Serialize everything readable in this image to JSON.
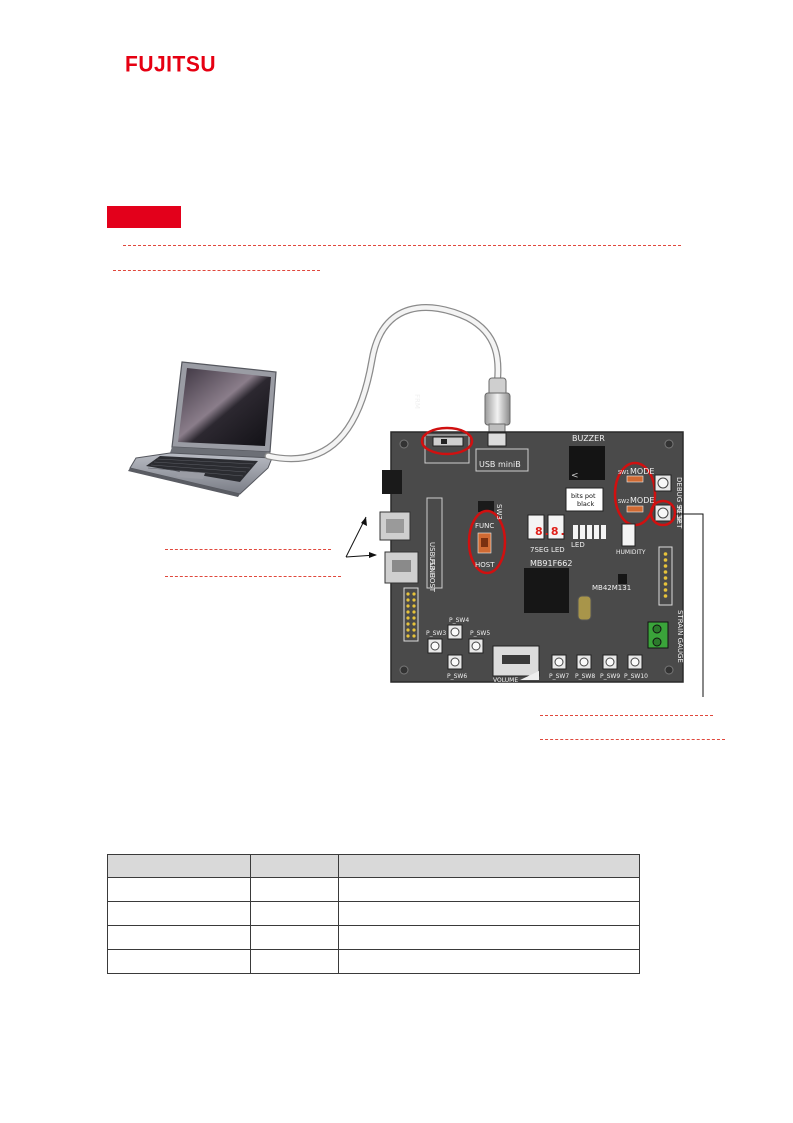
{
  "header": {
    "logo_text": "FUJITSU",
    "brand_color": "#e60012"
  },
  "board": {
    "labels": {
      "usb_mini_b": "USB miniB",
      "buzzer": "BUZZER",
      "sw1_tag": "SW1",
      "sw1_mode": "MODE",
      "sw2_tag": "SW2",
      "sw2_mode": "MODE",
      "debug_stop": "DEBUG STOP",
      "reset": "RESET",
      "sticker_line1": "bits pot",
      "sticker_line2": "black",
      "frm": "FRM",
      "func": "FUNC",
      "sw3": "SW3",
      "host": "HOST",
      "usb_func": "USB FUNC",
      "usb_host": "USB HOST",
      "seg_digits": "8.8.",
      "seg_label": "7SEG LED",
      "led_label": "LED",
      "humidity": "HUMIDITY",
      "mcu": "MB91F662",
      "sensor_ic": "MB42M131",
      "strain_gauge": "STRAIN GAUGE",
      "p_sw3": "P_SW3",
      "p_sw4": "P_SW4",
      "p_sw5": "P_SW5",
      "p_sw6": "P_SW6",
      "volume": "VOLUME",
      "p_sw7": "P_SW7",
      "p_sw8": "P_SW8",
      "p_sw9": "P_SW9",
      "p_sw10": "P_SW10"
    }
  },
  "table": {
    "headers": [
      "",
      "",
      ""
    ],
    "rows": [
      [
        "",
        "",
        ""
      ],
      [
        "",
        "",
        ""
      ],
      [
        "",
        "",
        ""
      ],
      [
        "",
        "",
        ""
      ]
    ]
  }
}
